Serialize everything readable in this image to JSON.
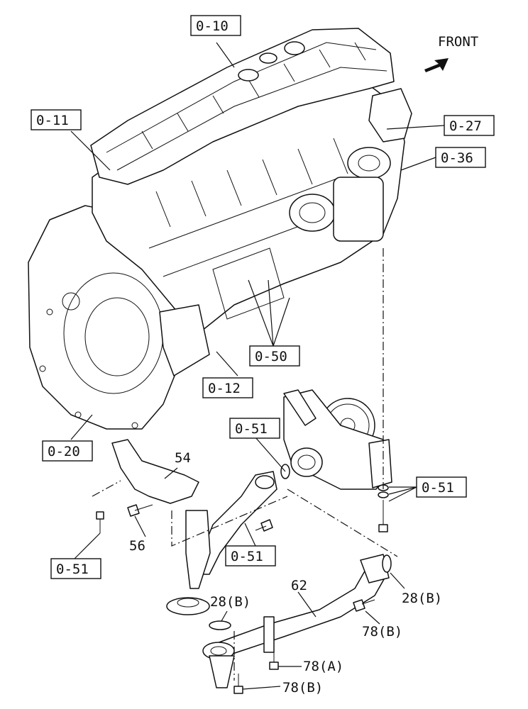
{
  "front_label": "FRONT",
  "callouts": {
    "c010": "0-10",
    "c011": "0-11",
    "c027": "0-27",
    "c036": "0-36",
    "c050": "0-50",
    "c012": "0-12",
    "c020": "0-20",
    "c051_upper": "0-51",
    "c051_right": "0-51",
    "c051_mid": "0-51",
    "c051_left": "0-51"
  },
  "part_numbers": {
    "p54": "54",
    "p56": "56",
    "p62": "62",
    "p28b_left": "28(B)",
    "p28b_right": "28(B)",
    "p78b_right": "78(B)",
    "p78a": "78(A)",
    "p78b_bottom": "78(B)"
  }
}
